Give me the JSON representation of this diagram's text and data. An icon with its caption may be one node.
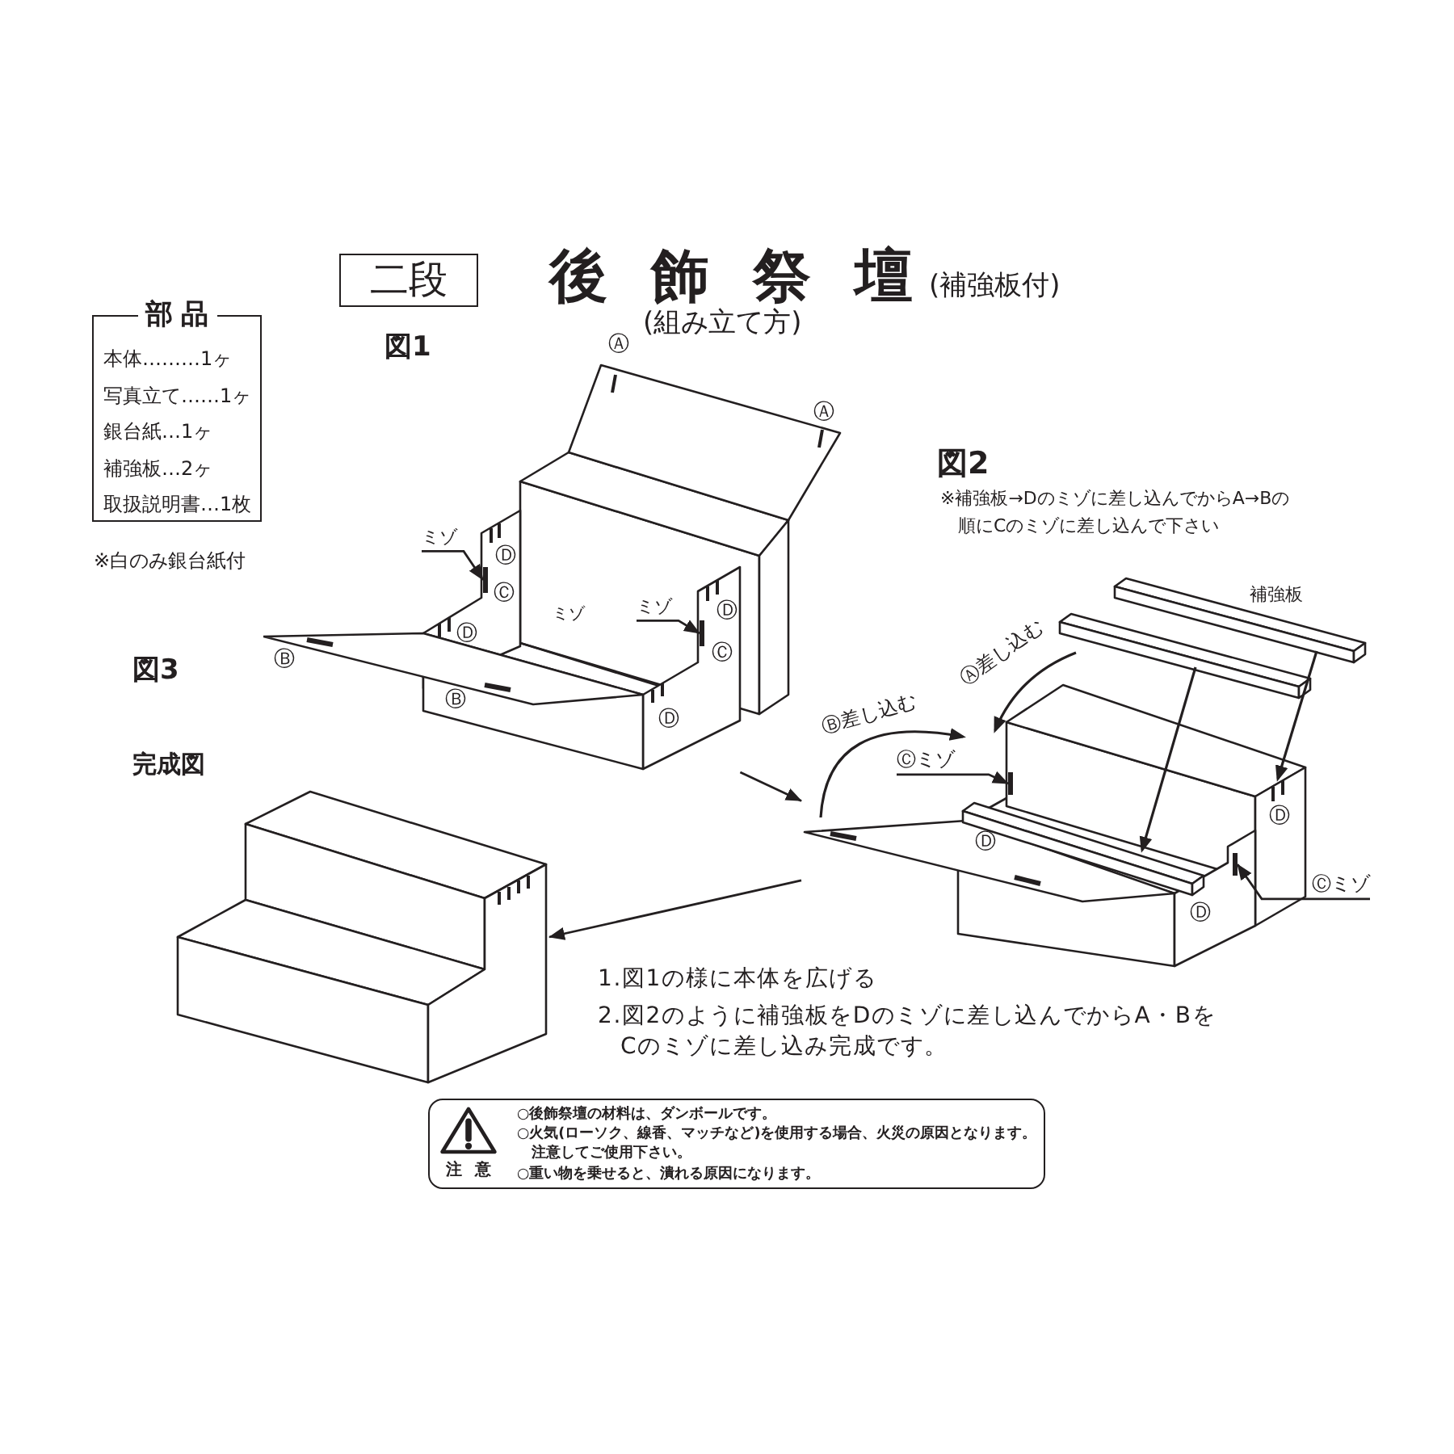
{
  "diagram": {
    "title": "後飾祭壇",
    "nodes": [
      {
        "text": [
          "二段"
        ]
      },
      {
        "text": [
          "部品",
          "本体………1ヶ",
          "写真立て……1ヶ",
          "銀台紙…1ヶ",
          "補強板…2ヶ",
          "取扱説明書…1枚"
        ],
        "beside": [
          "※白のみ銀台紙付"
        ]
      },
      {
        "text": [],
        "shape": "picture",
        "beside": [
          "図1"
        ]
      },
      {
        "text": [
          "ミゾ"
        ],
        "in": 2
      },
      {
        "text": [],
        "shape": "bar",
        "in": 2
      },
      {
        "text": [
          "ミゾ"
        ],
        "in": 2
      },
      {
        "text": [],
        "shape": "bar",
        "in": 2
      },
      {
        "text": [],
        "shape": "picture",
        "beside": [
          "図2",
          "※補強板→Dのミゾに差し込んでからA→Bの順にCのミゾに差し込んで下さい"
        ]
      },
      {
        "text": [
          "Ⓒミゾ"
        ],
        "in": 7
      },
      {
        "text": [],
        "shape": "bar",
        "in": 7
      },
      {
        "text": [
          "Ⓒミゾ"
        ],
        "in": 7
      },
      {
        "text": [],
        "shape": "bar",
        "in": 7
      },
      {
        "text": [],
        "shape": "picture",
        "beside": [
          "図3",
          "完成図"
        ]
      },
      {
        "text": [
          "注意",
          "○後飾祭壇の材料は、ダンボールです。",
          "○火気(ローソク、線香、マッチなど)を使用する場合、火災の原因となります。注意してご使用下さい。",
          "○重い物を乗せると、潰れる原因になります。"
        ]
      }
    ],
    "edges": [
      {
        "from": 2,
        "to": 7,
        "arrow": "to"
      },
      {
        "from": 7,
        "to": 12,
        "arrow": "to"
      },
      {
        "from": 3,
        "to": 4,
        "arrow": "to"
      },
      {
        "from": 5,
        "to": 6,
        "arrow": "to"
      },
      {
        "from": 8,
        "to": 9,
        "arrow": "to"
      },
      {
        "from": 10,
        "to": 11,
        "arrow": "to"
      }
    ],
    "labels": [
      "(補強板付)",
      "(組み立て方)",
      "Ⓐ",
      "Ⓐ",
      "Ⓓ",
      "Ⓒ",
      "ミゾ",
      "Ⓓ",
      "Ⓓ",
      "Ⓒ",
      "Ⓑ",
      "Ⓓ",
      "Ⓑ",
      "補強板",
      "Ⓐ差し込む",
      "Ⓑ差し込む",
      "Ⓓ",
      "Ⓓ",
      "Ⓓ",
      "1.図1の様に本体を広げる",
      "2.図2のように補強板をDのミゾに差し込んでからA・BをCのミゾに差し込み完成です。"
    ]
  }
}
